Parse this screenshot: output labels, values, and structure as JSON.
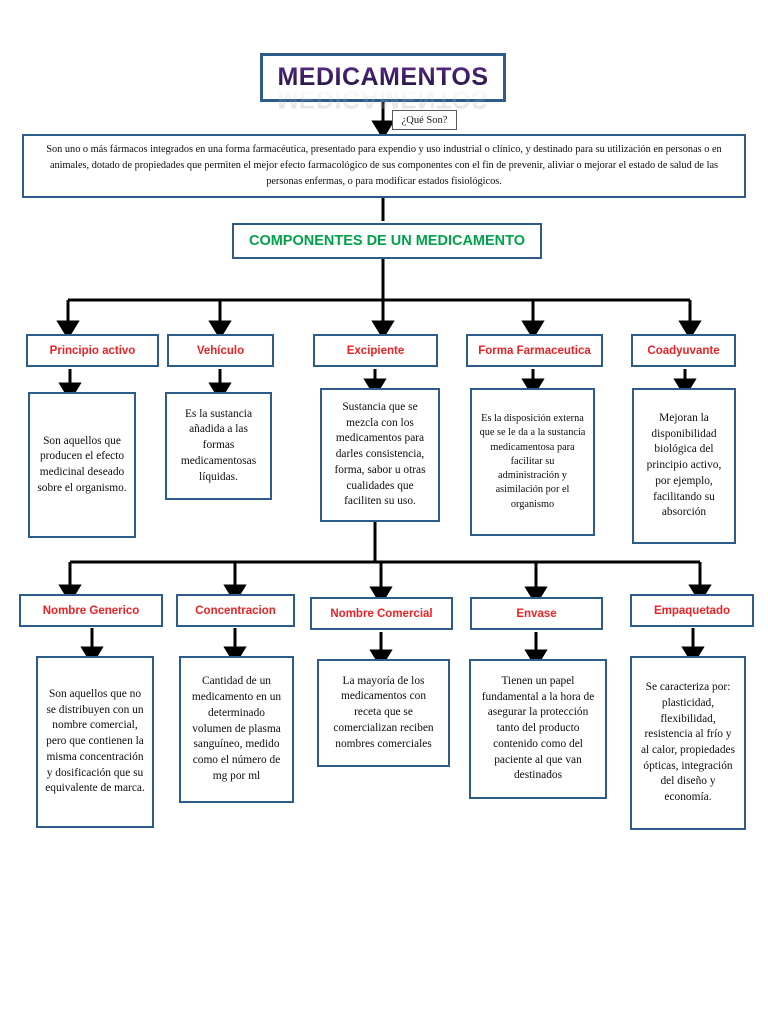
{
  "title": {
    "text": "MEDICAMENTOS",
    "color": "#3C1D63"
  },
  "question_badge": {
    "label": "¿Qué Son?"
  },
  "definition": {
    "text": "Son uno o más fármacos integrados en una forma farmacéutica, presentado para expendio y uso industrial o clínico, y destinado para su utilización en personas o en animales, dotado de propiedades que permiten el mejor efecto farmacológico de sus componentes con el fin de prevenir, aliviar o mejorar el estado de salud de las personas enfermas, o para modificar estados fisiológicos."
  },
  "components_header": {
    "label": "COMPONENTES DE UN MEDICAMENTO",
    "color": "#00A14B"
  },
  "palette": {
    "border": "#2E5C8A",
    "header_text": "#ED2124",
    "body_text": "#0d0d0d",
    "connector": "#000000",
    "page_background": "#ffffff"
  },
  "row1": [
    {
      "header": "Principio activo",
      "body": "Son aquellos que producen el efecto medicinal deseado sobre el organismo."
    },
    {
      "header": "Vehículo",
      "body": "Es la sustancia añadida a las formas medicamentosas líquidas."
    },
    {
      "header": "Excipiente",
      "body": "Sustancia que se mezcla con los medicamentos para darles consistencia, forma, sabor u otras cualidades que faciliten su uso."
    },
    {
      "header": "Forma Farmaceutica",
      "body": "Es la disposición externa que se le da a la sustancia medicamentosa para facilitar su administración y asimilación por el organismo"
    },
    {
      "header": "Coadyuvante",
      "body": "Mejoran la disponibilidad biológica del principio activo, por ejemplo, facilitando su absorción"
    }
  ],
  "row2": [
    {
      "header": "Nombre Generico",
      "body": "Son aquellos que no se distribuyen con un nombre comercial, pero que contienen la misma concentración y dosificación que su equivalente de marca."
    },
    {
      "header": "Concentracion",
      "body": "Cantidad de un medicamento en un determinado volumen de plasma sanguíneo, medido como el número de mg por ml"
    },
    {
      "header": "Nombre Comercial",
      "body": "La mayoría de los medicamentos con receta que se comercializan reciben nombres comerciales"
    },
    {
      "header": "Envase",
      "body": "Tienen un papel fundamental a la hora de asegurar la protección tanto del producto contenido como del paciente al que van destinados"
    },
    {
      "header": "Empaquetado",
      "body": "Se caracteriza por: plasticidad, flexibilidad, resistencia al frío y al calor, propiedades ópticas, integración del diseño y economía."
    }
  ]
}
